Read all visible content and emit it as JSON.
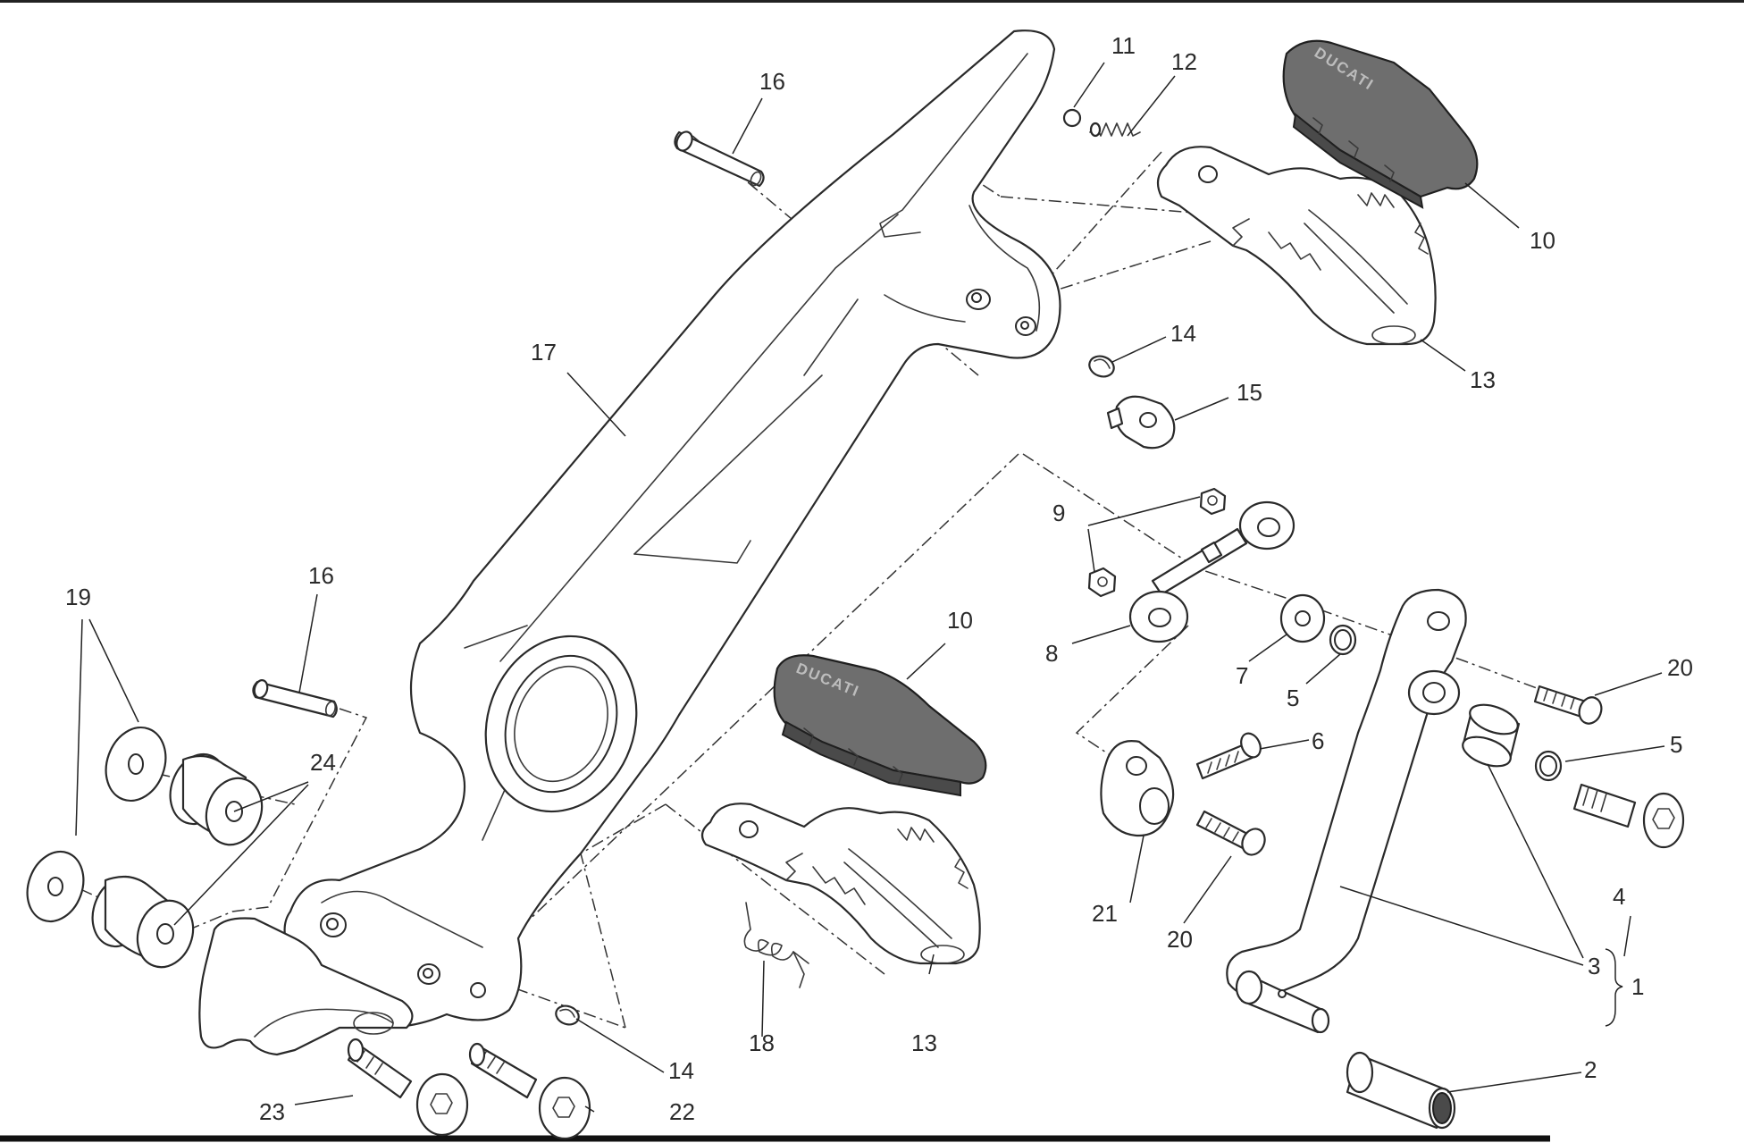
{
  "labels": {
    "l1": "1",
    "l2": "2",
    "l3": "3",
    "l4": "4",
    "l5a": "5",
    "l5b": "5",
    "l6": "6",
    "l7": "7",
    "l8": "8",
    "l9": "9",
    "l10a": "10",
    "l10b": "10",
    "l11": "11",
    "l12": "12",
    "l13a": "13",
    "l13b": "13",
    "l14a": "14",
    "l14b": "14",
    "l15": "15",
    "l16a": "16",
    "l16b": "16",
    "l17": "17",
    "l18": "18",
    "l19": "19",
    "l20a": "20",
    "l20b": "20",
    "l21": "21",
    "l22": "22",
    "l23": "23",
    "l24": "24"
  },
  "brand_text": "DUCATI",
  "colors": {
    "line": "#2a2a2a",
    "rubber": "#6e6e6e",
    "background": "#ffffff"
  }
}
